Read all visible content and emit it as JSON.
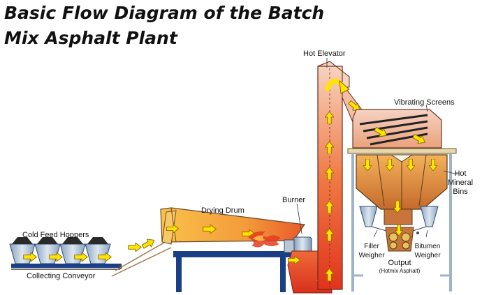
{
  "title": {
    "line1": "Basic Flow Diagram of the Batch",
    "line2": "Mix Asphalt Plant"
  },
  "labels": {
    "hot_elevator": "Hot Elevator",
    "vibrating_screens": "Vibrating Screens",
    "hot_mineral_bins_1": "Hot",
    "hot_mineral_bins_2": "Mineral",
    "hot_mineral_bins_3": "Bins",
    "burner": "Burner",
    "drying_drum": "Drying Drum",
    "cold_feed_hoppers": "Cold Feed Hoppers",
    "collecting_conveyor": "Collecting Conveyor",
    "filler_weigher_1": "Filler",
    "filler_weigher_2": "Weigher",
    "output": "Output",
    "output_sub": "(Hotmix Asphalt)",
    "bitumen_weigher_1": "Bitumen",
    "bitumen_weigher_2": "Weigher"
  },
  "colors": {
    "flow_arrow": "#ffe400",
    "arrow_outline": "#8a6a00",
    "hot_red": "#e2391e",
    "warm_orange": "#f5a24a",
    "structure_blue": "#1a3f87",
    "steel_grey": "#9db3c8"
  }
}
